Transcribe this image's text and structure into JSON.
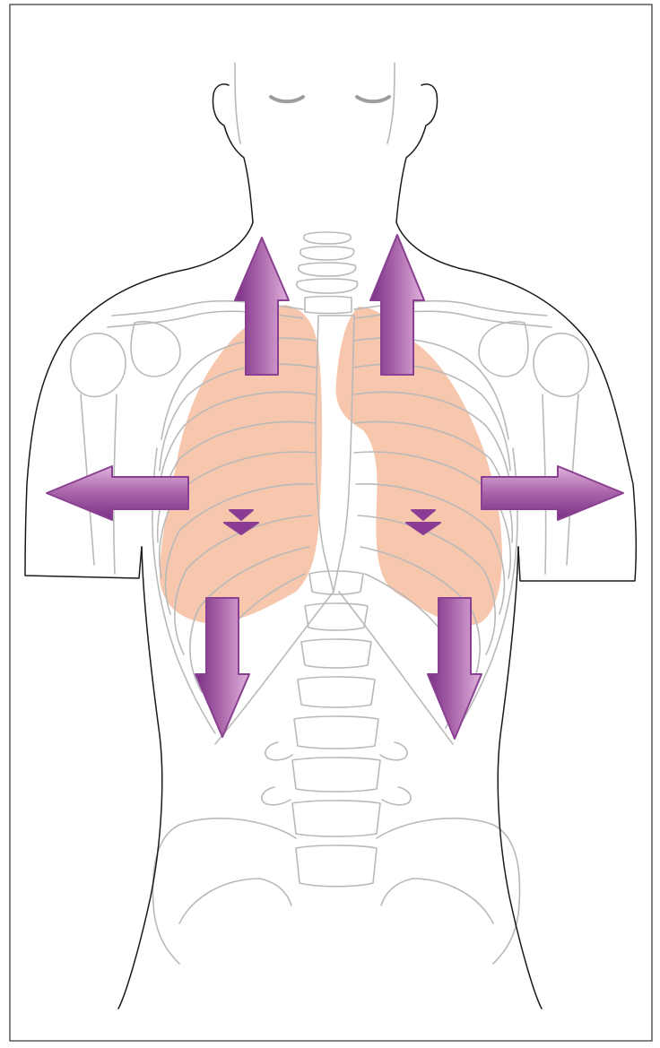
{
  "figure": {
    "subject": "breathing-inhalation-expansion-diagram",
    "colors": {
      "frame": "#333333",
      "body_outline": "#1a1a1a",
      "skeleton": "#b9b9b9",
      "face": "#9c9c9c",
      "lungs": "#f6c7ad",
      "arrow_fill_dark": "#7a2f86",
      "arrow_fill_light": "#d9a6d4",
      "arrow_stroke": "#8a3f92"
    },
    "arrows": [
      {
        "id": "arrow-up-left",
        "direction": "up",
        "icon": "arrow-up-icon"
      },
      {
        "id": "arrow-up-right",
        "direction": "up",
        "icon": "arrow-up-icon"
      },
      {
        "id": "arrow-out-left",
        "direction": "left",
        "icon": "arrow-left-icon"
      },
      {
        "id": "arrow-out-right",
        "direction": "right",
        "icon": "arrow-right-icon"
      },
      {
        "id": "arrow-down-left",
        "direction": "down",
        "icon": "arrow-down-icon"
      },
      {
        "id": "arrow-down-right",
        "direction": "down",
        "icon": "arrow-down-icon"
      },
      {
        "id": "chevron-left-lung",
        "direction": "down",
        "icon": "chevron-down-icon"
      },
      {
        "id": "chevron-right-lung",
        "direction": "down",
        "icon": "chevron-down-icon"
      }
    ]
  }
}
